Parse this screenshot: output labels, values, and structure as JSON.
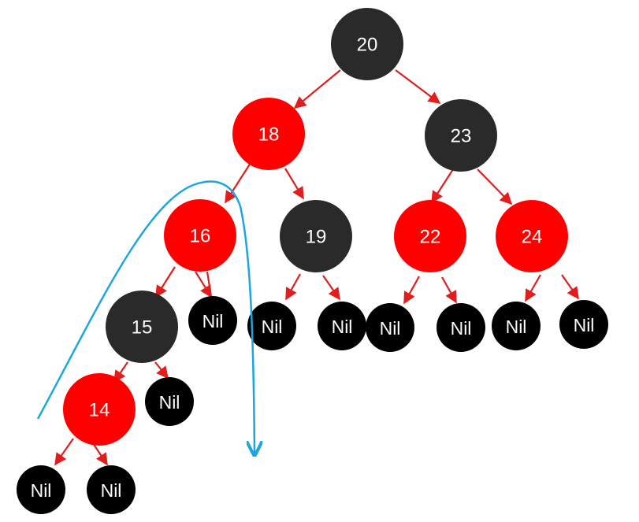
{
  "colors": {
    "red": "#ff0000",
    "black_node": "#2a2a2a",
    "nil_node": "#000000",
    "edge": "#e11d1d",
    "rotation_arrow": "#1aa7e0",
    "text": "#ffffff"
  },
  "nodes": [
    {
      "id": "n20",
      "label": "20",
      "color": "black"
    },
    {
      "id": "n18",
      "label": "18",
      "color": "red"
    },
    {
      "id": "n23",
      "label": "23",
      "color": "black"
    },
    {
      "id": "n16",
      "label": "16",
      "color": "red"
    },
    {
      "id": "n19",
      "label": "19",
      "color": "black"
    },
    {
      "id": "n22",
      "label": "22",
      "color": "red"
    },
    {
      "id": "n24",
      "label": "24",
      "color": "red"
    },
    {
      "id": "n15",
      "label": "15",
      "color": "black"
    },
    {
      "id": "n14",
      "label": "14",
      "color": "red"
    }
  ],
  "nil_label": "Nil",
  "edges": [
    [
      "n20",
      "n18"
    ],
    [
      "n20",
      "n23"
    ],
    [
      "n18",
      "n16"
    ],
    [
      "n18",
      "n19"
    ],
    [
      "n23",
      "n22"
    ],
    [
      "n23",
      "n24"
    ],
    [
      "n16",
      "n15"
    ],
    [
      "n16",
      "nil16r"
    ],
    [
      "n19",
      "nil19l"
    ],
    [
      "n19",
      "nil19r"
    ],
    [
      "n22",
      "nil22l"
    ],
    [
      "n22",
      "nil22r"
    ],
    [
      "n24",
      "nil24l"
    ],
    [
      "n24",
      "nil24r"
    ],
    [
      "n15",
      "n14"
    ],
    [
      "n15",
      "nil15r"
    ],
    [
      "n14",
      "nil14l"
    ],
    [
      "n14",
      "nil14r"
    ]
  ]
}
